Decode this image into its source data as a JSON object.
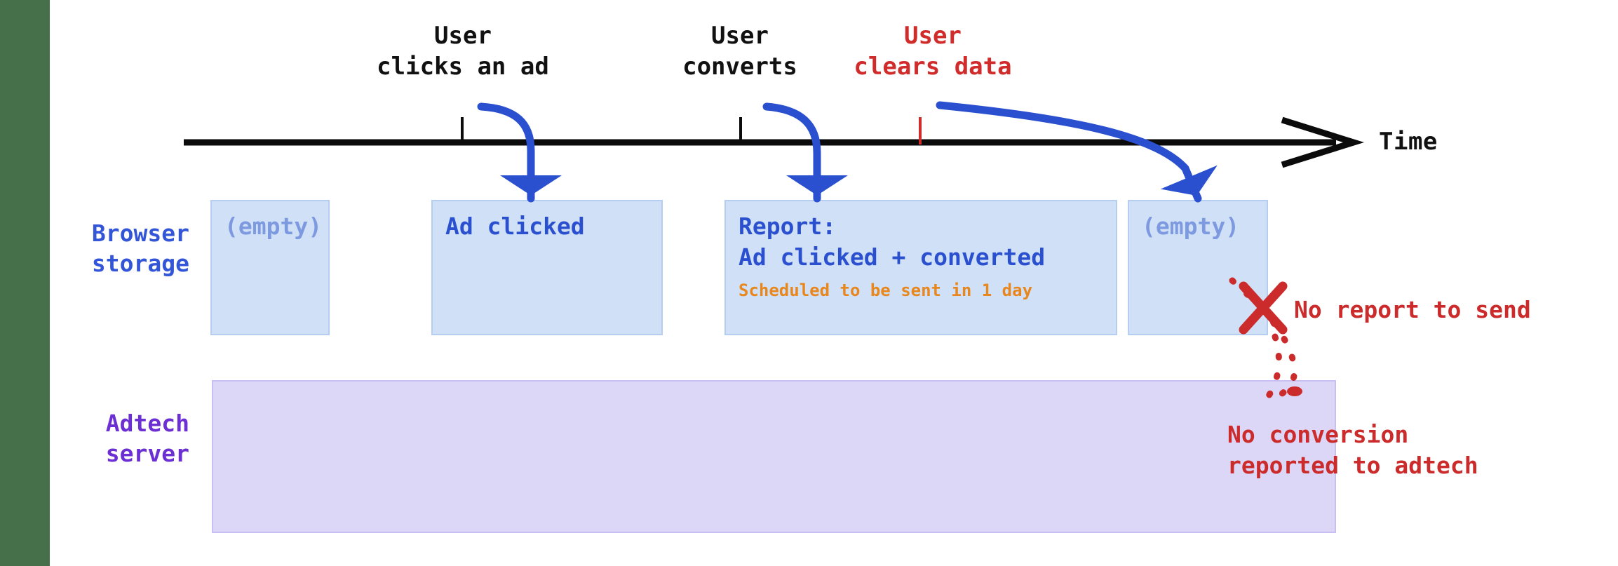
{
  "diagram": {
    "title_hidden": "Attribution reporting timeline when user clears data",
    "timeline": {
      "axis_label": "Time",
      "events": [
        {
          "id": "click",
          "label": "User\nclicks an ad",
          "color": "#111111"
        },
        {
          "id": "convert",
          "label": "User\nconverts",
          "color": "#111111"
        },
        {
          "id": "clear",
          "label": "User\nclears data",
          "color": "#d12c2c"
        }
      ]
    },
    "rows": [
      {
        "id": "browser-storage",
        "label": "Browser\nstorage",
        "color": "#3355d8"
      },
      {
        "id": "adtech-server",
        "label": "Adtech\nserver",
        "color": "#6b2fd4"
      }
    ],
    "storage_states": [
      {
        "id": "state-initial",
        "lines": [
          {
            "text": "(empty)",
            "style": "muted"
          }
        ]
      },
      {
        "id": "state-ad-clicked",
        "lines": [
          {
            "text": "Ad clicked",
            "style": "normal"
          }
        ]
      },
      {
        "id": "state-report-scheduled",
        "lines": [
          {
            "text": "Report:",
            "style": "normal"
          },
          {
            "text": "Ad clicked + converted",
            "style": "normal"
          },
          {
            "text": "Scheduled to be sent in 1 day",
            "style": "note"
          }
        ]
      },
      {
        "id": "state-cleared",
        "lines": [
          {
            "text": "(empty)",
            "style": "muted"
          }
        ]
      }
    ],
    "annotations": [
      {
        "id": "no-report-to-send",
        "text": "No report to send",
        "color": "#cc2b2b"
      },
      {
        "id": "no-conversion-reported",
        "text": "No conversion\nreported to adtech",
        "color": "#cc2b2b"
      }
    ],
    "icons": [
      {
        "id": "red-x-icon",
        "name": "red-x-icon",
        "color": "#cc2b2b"
      },
      {
        "id": "time-arrow-icon",
        "name": "arrow-right-icon",
        "color": "#000000"
      }
    ],
    "colors": {
      "accent_blue": "#2b50cf",
      "storage_fill": "#cfe0f7",
      "storage_border": "#b4cdf0",
      "server_fill": "#ddd7f7",
      "server_border": "#c9bff2",
      "purple_label": "#6b2fd4",
      "red": "#cc2b2b",
      "orange": "#e8871e",
      "sidebar_green": "#46704a"
    }
  }
}
